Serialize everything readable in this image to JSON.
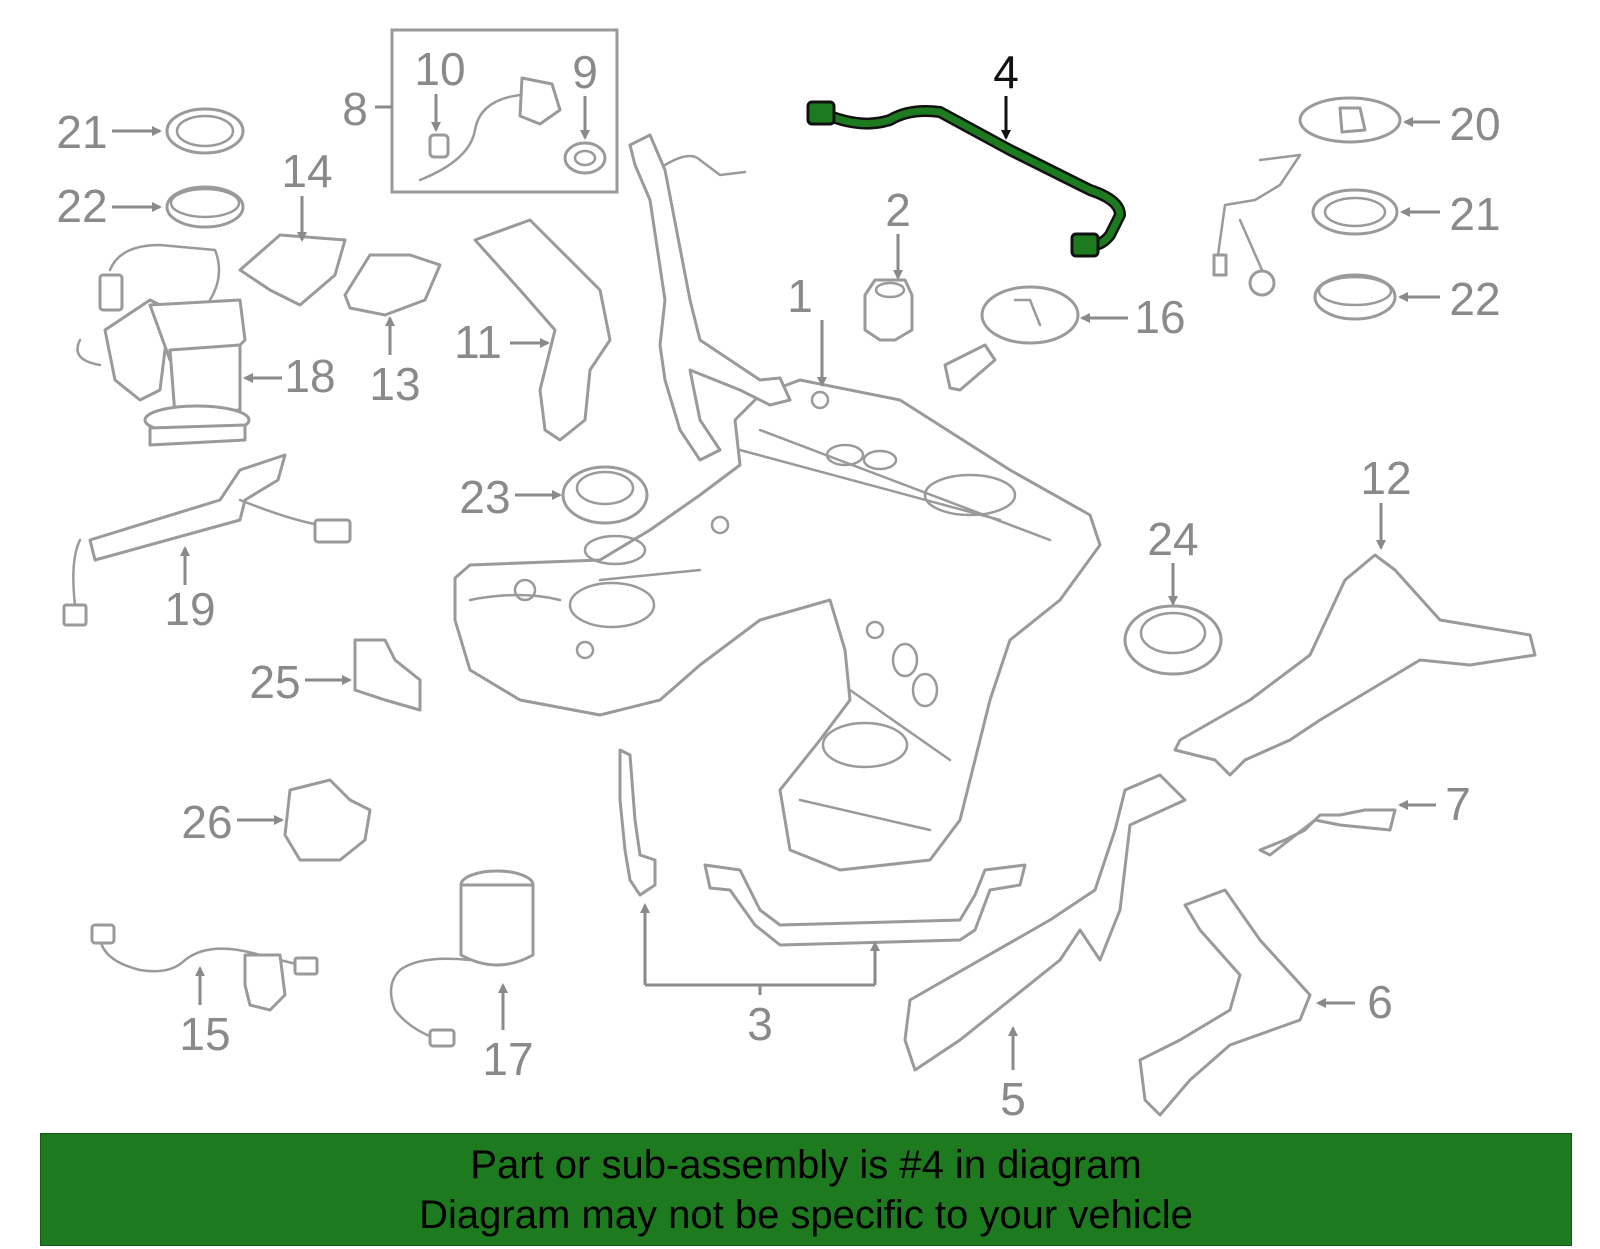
{
  "diagram": {
    "highlight_color": "#1e7a1e",
    "callouts": {
      "p1": "1",
      "p2": "2",
      "p3": "3",
      "p4": "4",
      "p5": "5",
      "p6": "6",
      "p7": "7",
      "p8": "8",
      "p9": "9",
      "p10": "10",
      "p11": "11",
      "p12": "12",
      "p13": "13",
      "p14": "14",
      "p15": "15",
      "p16": "16",
      "p17": "17",
      "p18": "18",
      "p19": "19",
      "p20": "20",
      "p21a": "21",
      "p21b": "21",
      "p22a": "22",
      "p22b": "22",
      "p23": "23",
      "p24": "24",
      "p25": "25",
      "p26": "26"
    }
  },
  "footer": {
    "line1": "Part or sub-assembly is #4 in diagram",
    "line2": "Diagram may not be specific to your vehicle",
    "background_color": "#1e7a1e"
  }
}
